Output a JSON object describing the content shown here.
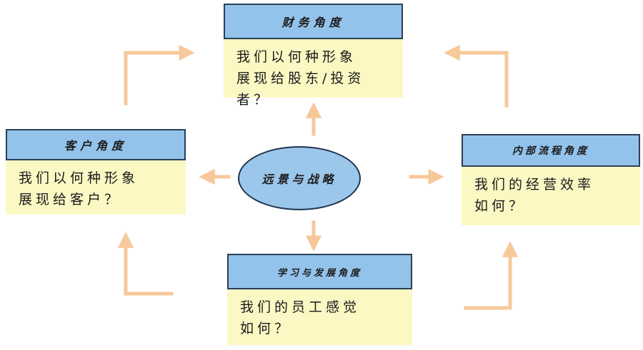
{
  "center": {
    "label": "远景与战略"
  },
  "boxes": {
    "finance": {
      "title": "财务角度",
      "text": "我们以何种形象\n展现给股东/投资\n者？"
    },
    "customer": {
      "title": "客户角度",
      "text": "我们以何种形象\n展现给客户？"
    },
    "internal": {
      "title": "内部流程角度",
      "text": "我们的经营效率\n如何？"
    },
    "learning": {
      "title": "学习与发展角度",
      "text": "我们的员工感觉\n如何？"
    }
  },
  "colors": {
    "header_fill": "#93c3eb",
    "body_fill": "#fbf8c4",
    "arrow": "#f6c89a",
    "center_fill": "#9bc7ea"
  }
}
